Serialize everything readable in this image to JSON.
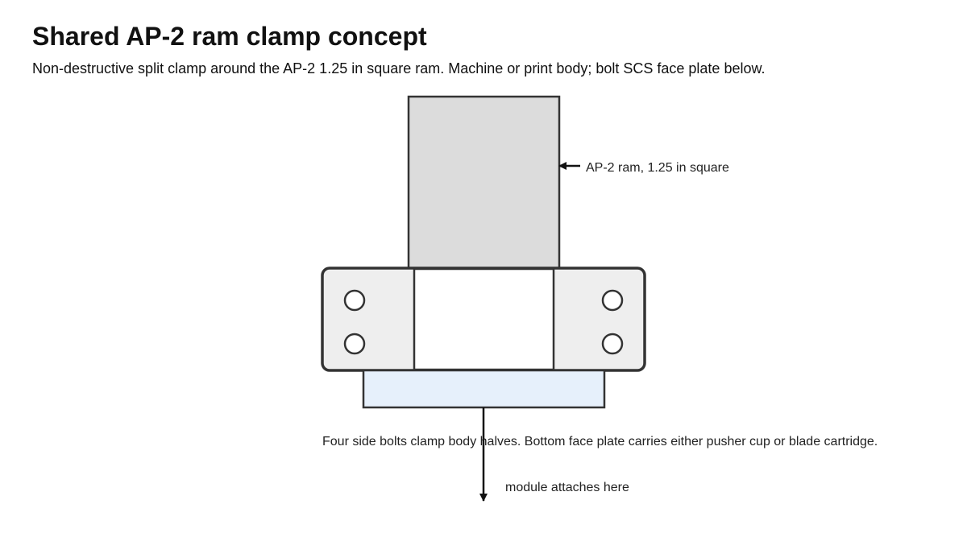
{
  "page": {
    "title": "Shared AP-2 ram clamp concept",
    "subtitle": "Non-destructive split clamp around the AP-2 1.25 in square ram. Machine or print body; bolt SCS face plate below."
  },
  "diagram": {
    "ram_label": "AP-2 ram, 1.25 in square",
    "caption": "Four side bolts clamp body halves. Bottom face plate carries either pusher cup or blade cartridge.",
    "module_label": "module attaches here",
    "colors": {
      "outline": "#333333",
      "ram_fill": "#dcdcdc",
      "clamp_fill": "#eeeeee",
      "bore_fill": "#ffffff",
      "face_plate_fill": "#e6f0fb",
      "arrow": "#111111"
    }
  }
}
